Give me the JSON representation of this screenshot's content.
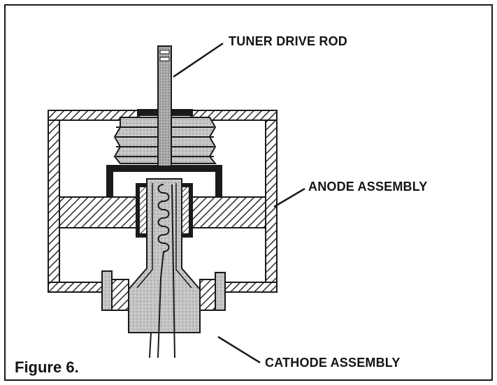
{
  "figure": {
    "caption": "Figure 6.",
    "labels": {
      "tuner_drive_rod": "TUNER DRIVE ROD",
      "anode_assembly": "ANODE ASSEMBLY",
      "cathode_assembly": "CATHODE ASSEMBLY"
    }
  },
  "colors": {
    "ink": "#1a1a1a",
    "hatch": "#2a2a2a",
    "rod_fill": "#9a9a9a",
    "cathode_fill": "#bdbdbd",
    "background": "#ffffff"
  }
}
